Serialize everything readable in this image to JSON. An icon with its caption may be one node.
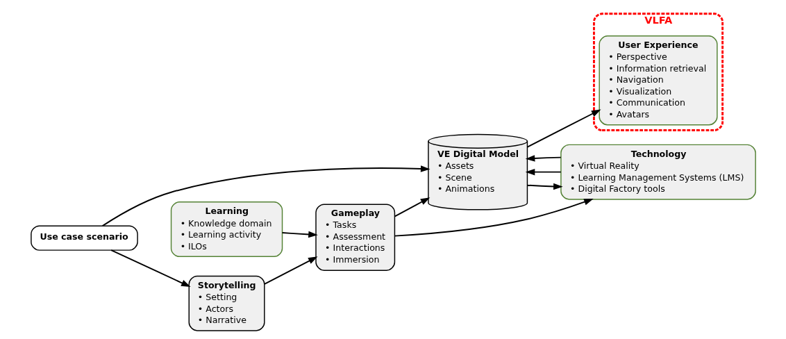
{
  "diagram": {
    "nodes": [
      {
        "text": [
          "Use case scenario"
        ]
      },
      {
        "text": [
          "Storytelling",
          "• Setting",
          "• Actors",
          "• Narrative"
        ]
      },
      {
        "text": [
          "Gameplay",
          "• Tasks",
          "• Assessment",
          "• Interactions",
          "• Immersion"
        ]
      },
      {
        "text": [
          "Learning",
          "• Knowledge domain",
          "• Learning activity",
          "• ILOs"
        ]
      },
      {
        "text": [
          "VE Digital Model",
          "• Assets",
          "• Scene",
          "• Animations"
        ]
      },
      {
        "text": [
          "VLFA"
        ]
      },
      {
        "text": [
          "User Experience",
          "• Perspective",
          "• Information retrieval",
          "• Navigation",
          "• Visualization",
          "• Communication",
          "• Avatars"
        ],
        "in": 5
      },
      {
        "text": [
          "Technology",
          "• Virtual Reality",
          "• Learning Management Systems (LMS)",
          "• Digital Factory tools"
        ]
      }
    ],
    "edges": [
      {
        "from": 0,
        "to": 1,
        "arrow": "to"
      },
      {
        "from": 0,
        "to": 4,
        "arrow": "to"
      },
      {
        "from": 1,
        "to": 2,
        "arrow": "to"
      },
      {
        "from": 3,
        "to": 2,
        "arrow": "to"
      },
      {
        "from": 2,
        "to": 4,
        "arrow": "to"
      },
      {
        "from": 4,
        "to": 6,
        "arrow": "to"
      },
      {
        "from": 7,
        "to": 4,
        "arrow": "to"
      },
      {
        "from": 7,
        "to": 4,
        "arrow": "to"
      },
      {
        "from": 4,
        "to": 7,
        "arrow": "to"
      },
      {
        "from": 2,
        "to": 7,
        "arrow": "to"
      }
    ]
  }
}
